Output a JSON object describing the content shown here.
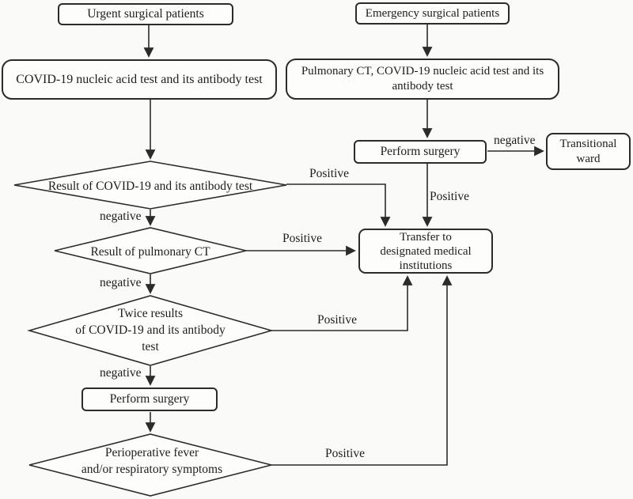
{
  "colors": {
    "line": "#2b2b2b",
    "text": "#1d1d1d",
    "node_fill": "#fdfdfc",
    "background": "#fafaf8"
  },
  "nodes": {
    "urgent": {
      "label": "Urgent surgical patients"
    },
    "emergency": {
      "label": "Emergency surgical patients"
    },
    "covid_test": {
      "label": "COVID-19 nucleic acid test and its antibody test"
    },
    "pulmonary_test": {
      "lines": [
        "Pulmonary CT, COVID-19 nucleic acid test and its",
        "antibody test"
      ]
    },
    "perform_surgery_top": {
      "label": "Perform surgery"
    },
    "transitional_ward": {
      "lines": [
        "Transitional",
        "ward"
      ]
    },
    "transfer": {
      "lines": [
        "Transfer to",
        "designated medical",
        "institutions"
      ]
    },
    "result_covid": {
      "label": "Result of COVID-19 and its antibody test"
    },
    "result_ct": {
      "label": "Result of pulmonary CT"
    },
    "twice_results": {
      "lines": [
        "Twice results",
        "of COVID-19 and its antibody",
        "test"
      ]
    },
    "perform_surgery_bottom": {
      "label": "Perform surgery"
    },
    "perioperative": {
      "lines": [
        "Perioperative fever",
        "and/or respiratory symptoms"
      ]
    }
  },
  "edge_labels": {
    "d1_negative": "negative",
    "d2_negative": "negative",
    "d3_negative": "negative",
    "surgery_negative": "negative",
    "d1_positive": "Positive",
    "surgery_positive": "Positive",
    "d2_positive": "Positive",
    "d3_positive": "Positive",
    "d4_positive": "Positive"
  }
}
